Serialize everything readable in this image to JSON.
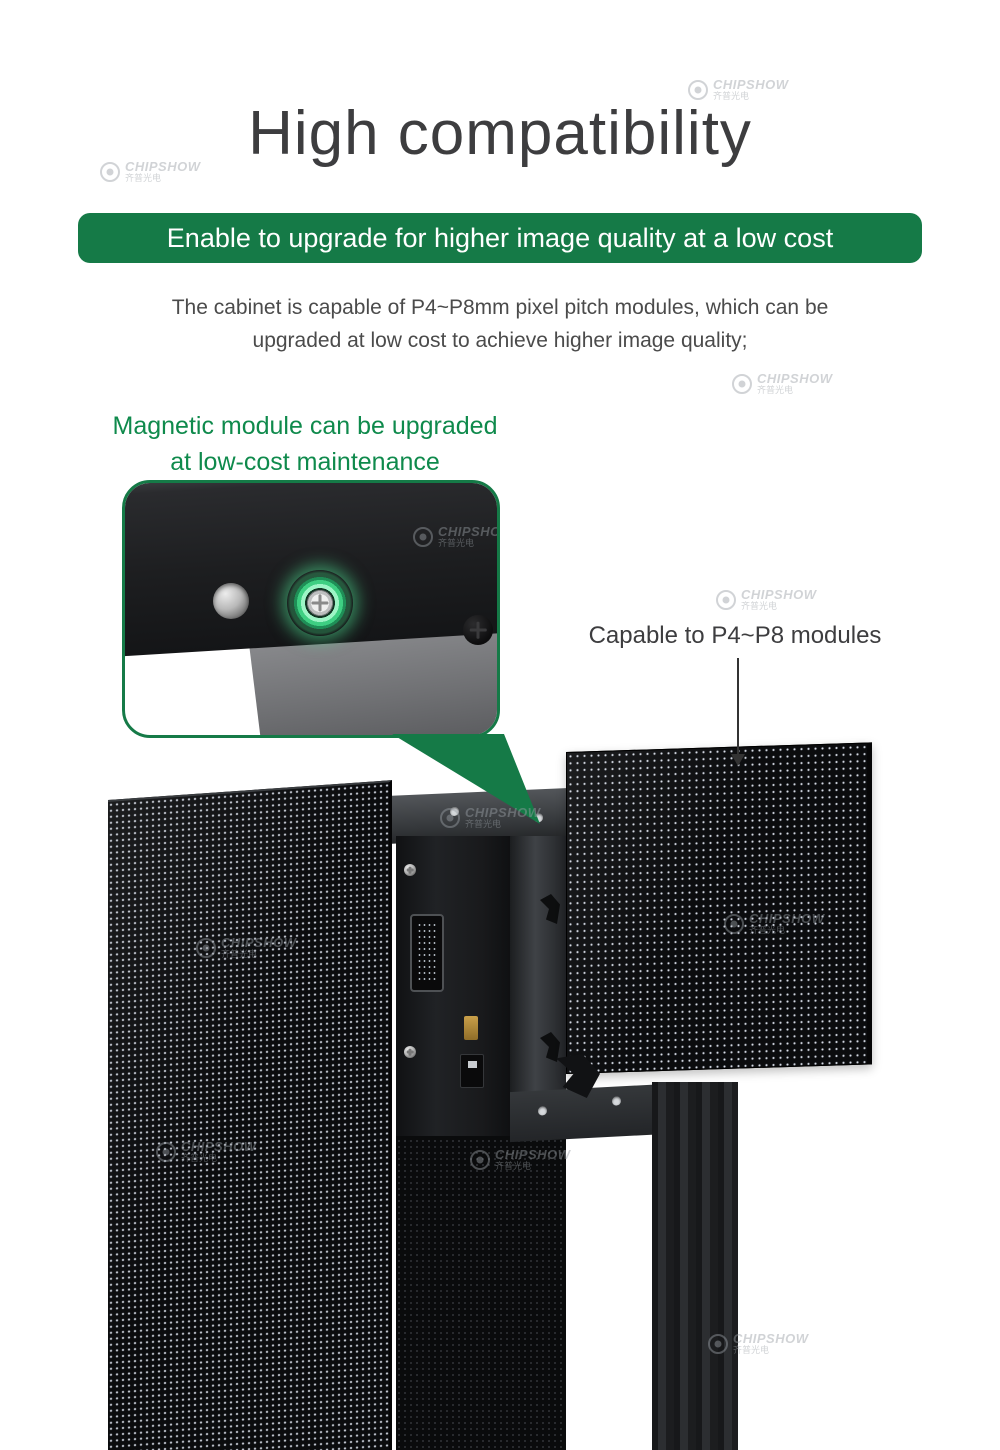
{
  "page": {
    "title": "High compatibility",
    "banner_text": "Enable to upgrade for higher image quality at a low cost",
    "description": {
      "line1": "The cabinet is capable of P4~P8mm pixel pitch modules, which can be",
      "line2": "upgraded at low cost to achieve higher image quality;"
    },
    "magnet_heading": {
      "line1": "Magnetic module can be upgraded",
      "line2": "at low-cost maintenance"
    },
    "module_label": "Capable to P4~P8 modules",
    "watermark": {
      "brand": "CHIPSHOW",
      "subtext": "齐普光电"
    },
    "colors": {
      "brand_green": "#157a47",
      "green_text": "#0f8a4c",
      "title_gray": "#3d3d3f",
      "body_gray": "#4b4b4b"
    }
  }
}
